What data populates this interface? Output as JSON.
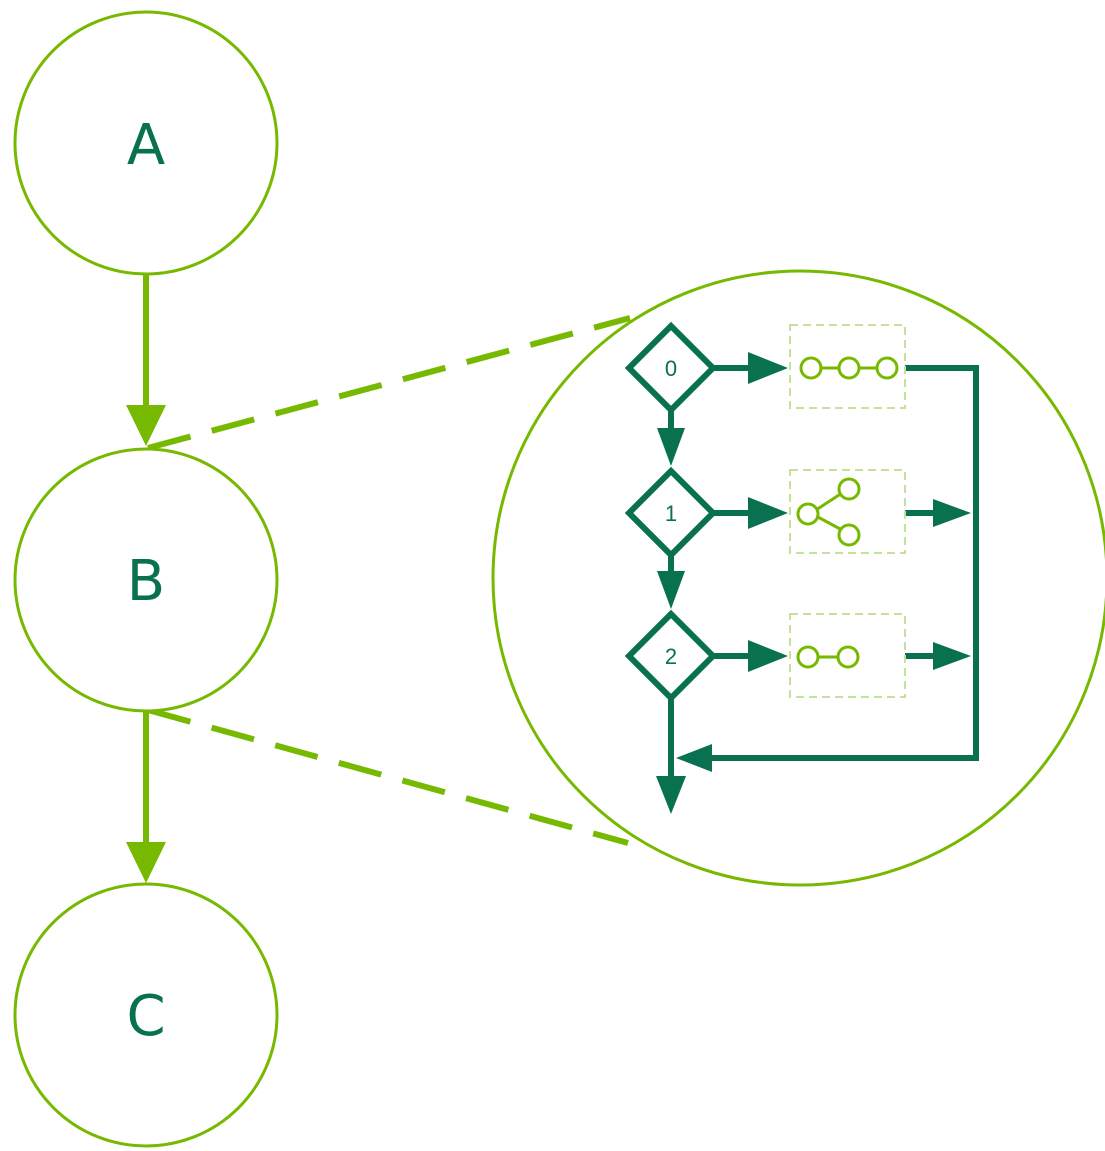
{
  "colors": {
    "light_green": "#76b900",
    "dark_green": "#0a7150",
    "dashed_box": "#c4e29a",
    "background": "#ffffff"
  },
  "main_graph": {
    "nodes": [
      {
        "id": "A",
        "label": "A"
      },
      {
        "id": "B",
        "label": "B"
      },
      {
        "id": "C",
        "label": "C"
      }
    ],
    "edges": [
      {
        "from": "A",
        "to": "B"
      },
      {
        "from": "B",
        "to": "C"
      }
    ],
    "zoom": {
      "node": "B",
      "connector_style": "dashed"
    }
  },
  "subgraph": {
    "decisions": [
      {
        "id": "d0",
        "label": "0",
        "branch_icon": "three-nodes-chain-icon"
      },
      {
        "id": "d1",
        "label": "1",
        "branch_icon": "branching-nodes-icon"
      },
      {
        "id": "d2",
        "label": "2",
        "branch_icon": "two-nodes-chain-icon"
      }
    ],
    "merge": "right-rail-back-to-exit"
  }
}
